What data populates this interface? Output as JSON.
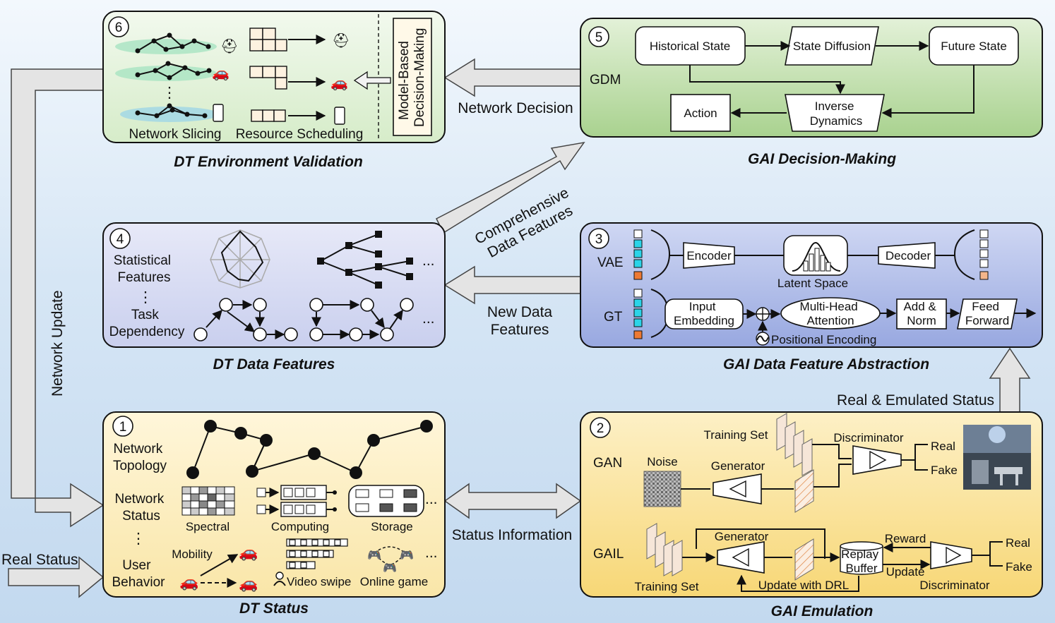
{
  "panels": {
    "p1": {
      "num": "1",
      "caption": "DT Status",
      "topology": "Network\nTopology",
      "status": "Network\nStatus",
      "dots": "⋮",
      "behavior": "User\nBehavior",
      "spectral": "Spectral",
      "computing": "Computing",
      "storage": "Storage",
      "mobility": "Mobility",
      "video": "Video swipe",
      "game": "Online game",
      "more": "..."
    },
    "p2": {
      "num": "2",
      "caption": "GAI Emulation",
      "gan": "GAN",
      "gail": "GAIL",
      "noise": "Noise",
      "training_set": "Training Set",
      "generator": "Generator",
      "discriminator": "Discriminator",
      "real": "Real",
      "fake": "Fake",
      "replay": "Replay\nBuffer",
      "reward": "Reward",
      "update": "Update",
      "update_drl": "Update with DRL"
    },
    "p3": {
      "num": "3",
      "caption": "GAI Data Feature Abstraction",
      "vae": "VAE",
      "gt": "GT",
      "encoder": "Encoder",
      "decoder": "Decoder",
      "latent": "Latent Space",
      "input_emb": "Input\nEmbedding",
      "mha": "Multi-Head\nAttention",
      "addnorm": "Add &\nNorm",
      "ff": "Feed\nForward",
      "pos_enc": "Positional Encoding"
    },
    "p4": {
      "num": "4",
      "caption": "DT Data Features",
      "stat": "Statistical\nFeatures",
      "dots": "⋮",
      "task": "Task\nDependency",
      "more": "..."
    },
    "p5": {
      "num": "5",
      "caption": "GAI Decision-Making",
      "gdm": "GDM",
      "historical": "Historical State",
      "diffusion": "State Diffusion",
      "future": "Future State",
      "action": "Action",
      "inverse": "Inverse\nDynamics"
    },
    "p6": {
      "num": "6",
      "caption": "DT Environment Validation",
      "slicing": "Network Slicing",
      "scheduling": "Resource Scheduling",
      "mbdm": "Model-Based\nDecision-Making",
      "dots": "⋮"
    }
  },
  "arrows": {
    "real_status": "Real Status",
    "network_update": "Network Update",
    "status_info": "Status Information",
    "real_emulated": "Real & Emulated Status",
    "new_data": "New Data\nFeatures",
    "comprehensive": "Comprehensive\nData Features",
    "network_decision": "Network Decision"
  },
  "colors": {
    "p6_fill": "#e4f3de",
    "p5_fill": "#bcdca8",
    "p4_fill": "#d7dcf2",
    "p3_fill": "#aebbe6",
    "p1_fill": "#fcefc4",
    "p2_fill": "#fbe29a",
    "arrow_fill": "#e4e4e4",
    "cyan": "#2bd4e8",
    "orange": "#ee7a33"
  }
}
